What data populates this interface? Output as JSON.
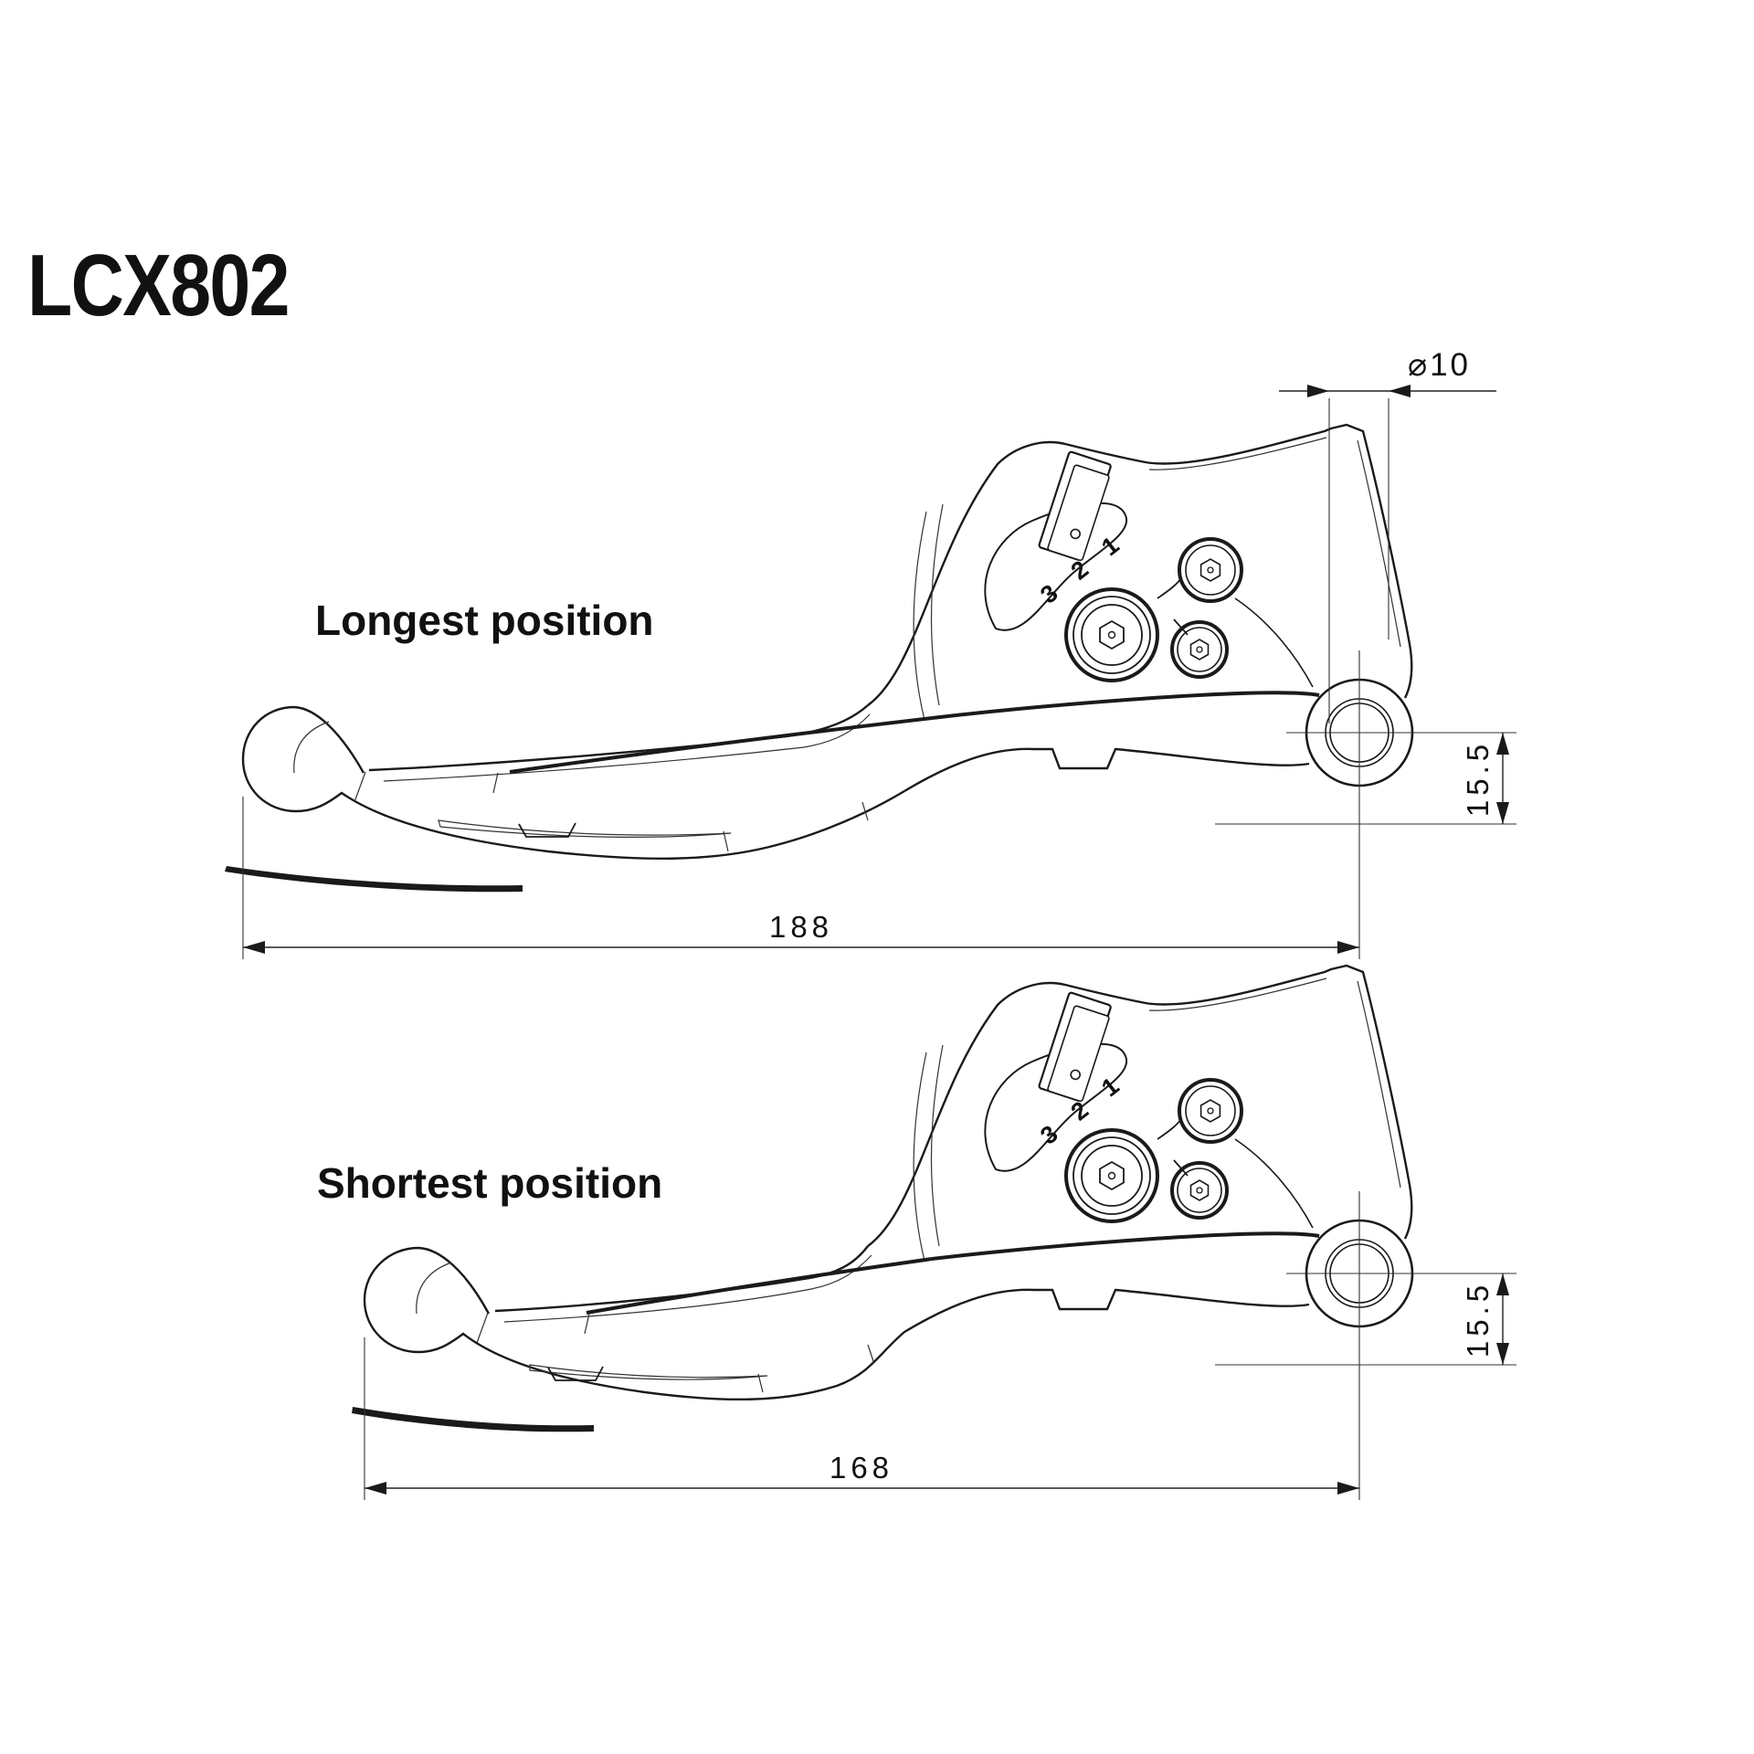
{
  "title": "LCX802",
  "colors": {
    "background": "#ffffff",
    "line": "#1a1a1a",
    "thin_line": "#333333",
    "text": "#111111"
  },
  "drawings": {
    "longest": {
      "label": "Longest position",
      "length_mm": "188",
      "pivot_offset_mm": "15.5",
      "clamp_bore": "⌀10",
      "adjuster_positions": "3 2 1"
    },
    "shortest": {
      "label": "Shortest position",
      "length_mm": "168",
      "pivot_offset_mm": "15.5",
      "adjuster_positions": "3 2 1"
    }
  }
}
